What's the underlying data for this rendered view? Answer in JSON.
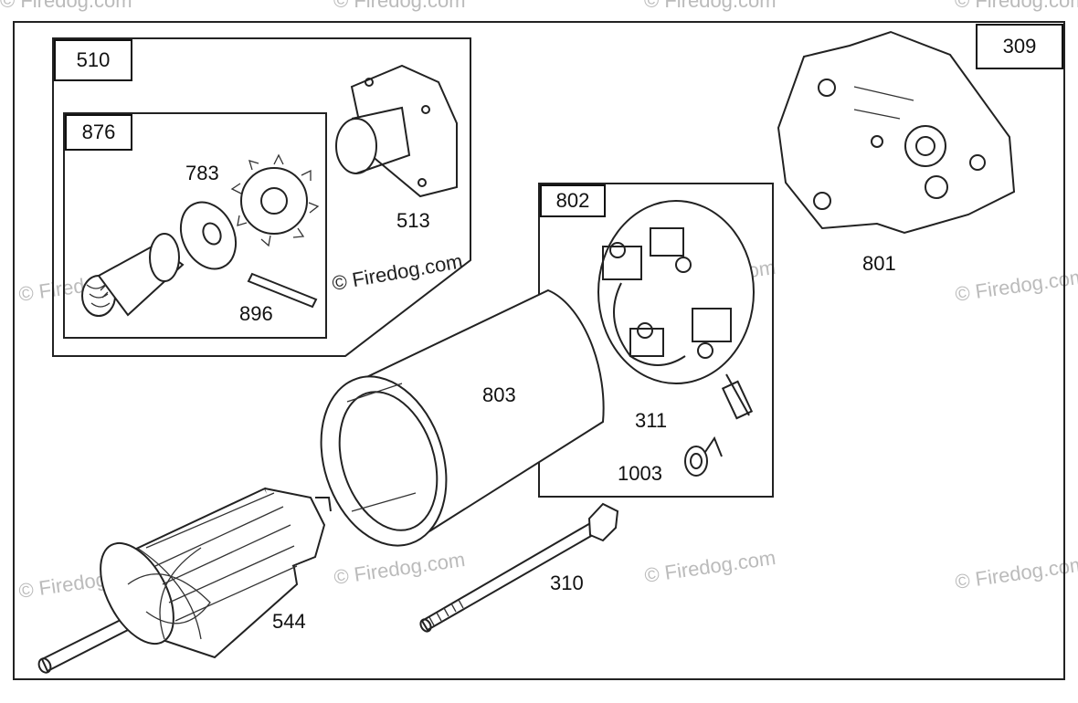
{
  "watermark": "© Firedog.com",
  "callouts": {
    "frame_label": "309",
    "group_510": "510",
    "group_876": "876",
    "group_802": "802",
    "part_783": "783",
    "part_513": "513",
    "part_896": "896",
    "part_801": "801",
    "part_803": "803",
    "part_311": "311",
    "part_1003": "1003",
    "part_310": "310",
    "part_544": "544"
  }
}
